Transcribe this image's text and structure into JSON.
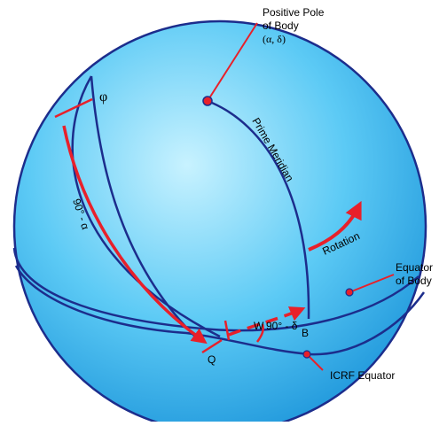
{
  "labels": {
    "pole_title_line1": "Positive Pole",
    "pole_title_line2": "of Body",
    "pole_coords": "(α, δ)",
    "prime_meridian": "Prime Meridian",
    "rotation": "Rotation",
    "equator_body_line1": "Equator",
    "equator_body_line2": "of Body",
    "icrf_equator": "ICRF Equator",
    "phi": "φ",
    "ninety_minus_alpha": "90° - α",
    "ninety_minus_delta": "90° - δ",
    "w": "W",
    "q": "Q",
    "b": "B"
  },
  "colors": {
    "sphere_light": "#bff0ff",
    "sphere_mid": "#4cc3f2",
    "sphere_dark": "#1a8fd6",
    "outline": "#1c2d8c",
    "accent_red": "#e8202a"
  }
}
